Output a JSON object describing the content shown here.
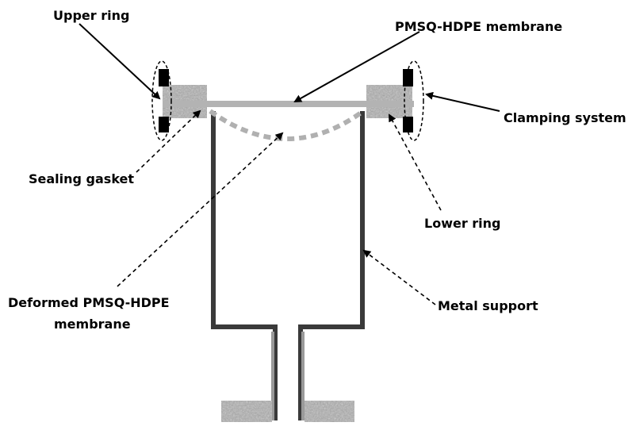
{
  "labels": {
    "upper_ring": "Upper ring",
    "membrane": "PMSQ-HDPE membrane",
    "clamping_system": "Clamping system",
    "sealing_gasket": "Sealing gasket",
    "lower_ring": "Lower ring",
    "deformed_membrane_line1": "Deformed PMSQ-HDPE",
    "deformed_membrane_line2": "membrane",
    "metal_support": "Metal support"
  },
  "colors": {
    "support": "#3a3a3a",
    "membrane": "#b3b3b3",
    "deformed_membrane": "#b0b0b0",
    "gasket_texture": "#a9a9a9",
    "ring": "#000000",
    "pipe_light": "#9a9a9a"
  }
}
